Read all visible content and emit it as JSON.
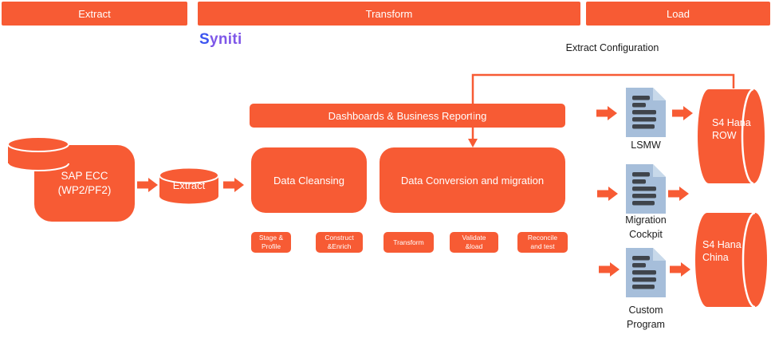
{
  "title_bars": {
    "extract": "Extract",
    "transform": "Transform",
    "load": "Load"
  },
  "brand": {
    "name": "Syniti",
    "s": "S",
    "rest": "yniti"
  },
  "annotations": {
    "extract_configuration": "Extract Configuration"
  },
  "source": {
    "sap_ecc": "SAP ECC\n(WP2/PF2)",
    "extract_db": "Extract"
  },
  "transform": {
    "dashboards": "Dashboards & Business Reporting",
    "cleansing": "Data Cleansing",
    "conversion": "Data Conversion and migration",
    "steps": [
      "Stage &\nProfile",
      "Construct\n&Enrich",
      "Transform",
      "Validate\n&load",
      "Reconcile\nand test"
    ]
  },
  "load": {
    "lsmw": "LSMW",
    "migration_cockpit": "Migration\nCockpit",
    "custom_program": "Custom\nProgram",
    "s4_row": "S4 Hana\nROW",
    "s4_china": "S4 Hana\nChina"
  },
  "icons": {
    "document": "document-icon",
    "flow_arrow": "flow-arrow-icon",
    "database": "database-cylinder-icon"
  },
  "colors": {
    "orange": "#F75B34",
    "doc_body": "#A6BEDA",
    "doc_fold": "#C8D9EA",
    "doc_lines": "#3F444B",
    "syniti_s": "#3D55F0",
    "syniti_rest": "#7E57E8",
    "text_dark": "#1C1C1C",
    "text_light": "#FFFFFF"
  }
}
